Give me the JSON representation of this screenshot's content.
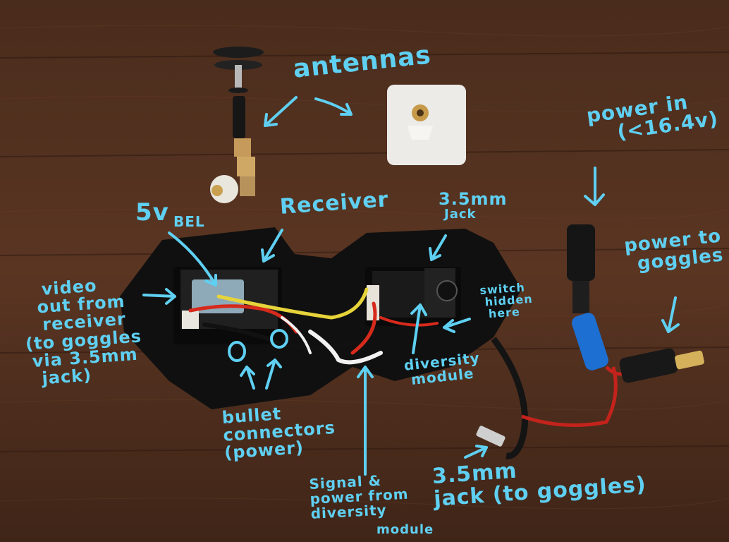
{
  "photo_description_hint": "",
  "annotations": {
    "antennas": "antennas",
    "power_in_line1": "power in",
    "power_in_line2": "(<16.4v)",
    "bec_5v_a": "5v",
    "bec_5v_b": "BEL",
    "receiver": "Receiver",
    "jack_top_line1": "3.5mm",
    "jack_top_line2": "Jack",
    "power_to_goggles_line1": "power to",
    "power_to_goggles_line2": "goggles",
    "video_out_line1": "video",
    "video_out_line2": "out from",
    "video_out_line3": "receiver",
    "video_out_line4": "(to goggles",
    "video_out_line5": "via 3.5mm",
    "video_out_line6": "jack)",
    "switch_line1": "switch",
    "switch_line2": "hidden",
    "switch_line3": "here",
    "diversity_line1": "diversity",
    "diversity_line2": "module",
    "bullet_line1": "bullet",
    "bullet_line2": "connectors",
    "bullet_line3": "(power)",
    "signal_line1": "Signal &",
    "signal_line2": "power from",
    "signal_line3": "diversity",
    "signal_line4": "module",
    "jack_bottom_line1": "3.5mm",
    "jack_bottom_line2": "jack (to goggles)"
  }
}
